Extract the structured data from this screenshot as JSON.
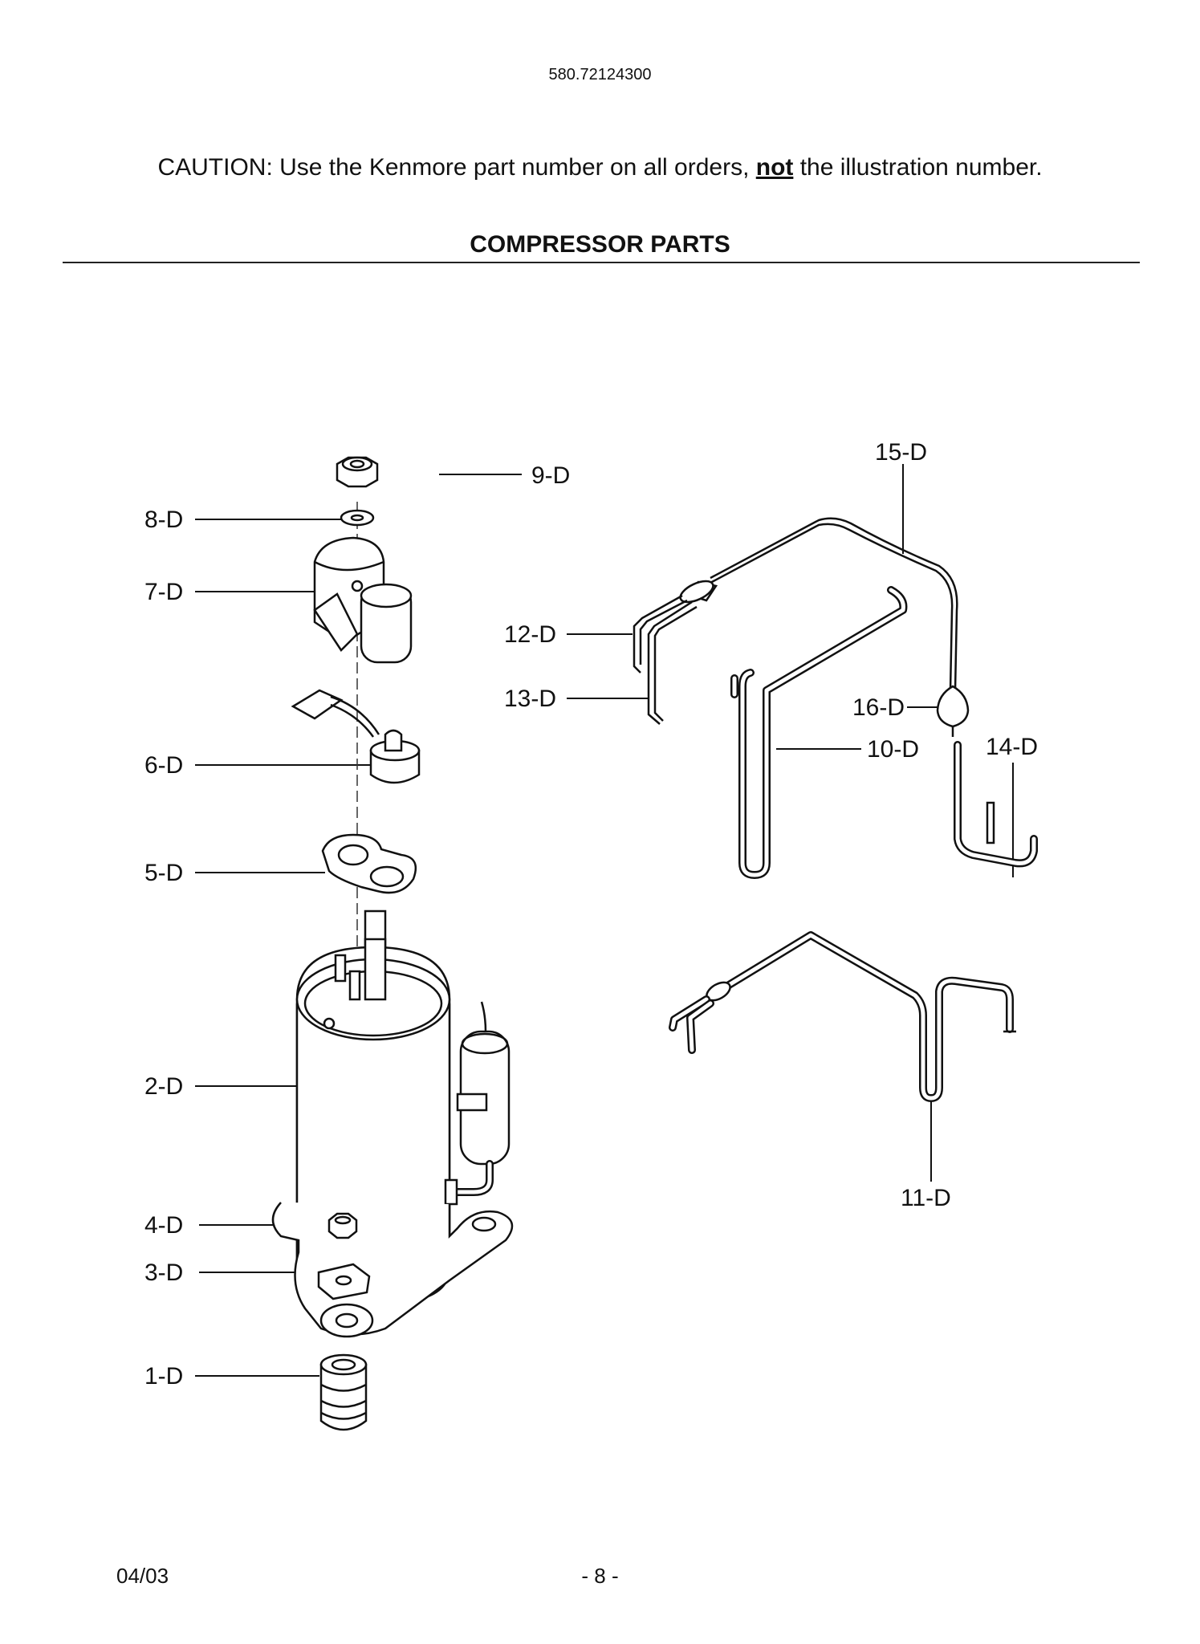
{
  "header": {
    "model_number": "580.72124300",
    "caution_before": "CAUTION: Use the Kenmore part number on all orders, ",
    "caution_emphasis": "not",
    "caution_after": " the illustration number.",
    "section_title": "COMPRESSOR PARTS"
  },
  "callouts": {
    "c1": "1-D",
    "c2": "2-D",
    "c3": "3-D",
    "c4": "4-D",
    "c5": "5-D",
    "c6": "6-D",
    "c7": "7-D",
    "c8": "8-D",
    "c9": "9-D",
    "c10": "10-D",
    "c11": "11-D",
    "c12": "12-D",
    "c13": "13-D",
    "c14": "14-D",
    "c15": "15-D",
    "c16": "16-D"
  },
  "footer": {
    "date": "04/03",
    "page": "- 8 -"
  }
}
